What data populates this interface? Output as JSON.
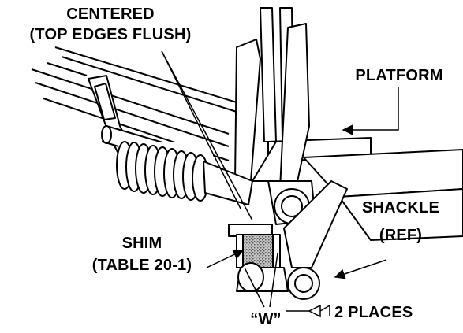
{
  "labels": {
    "centered_line1": "CENTERED",
    "centered_line2": "(TOP EDGES FLUSH)",
    "platform": "PLATFORM",
    "shackle_line1": "SHACKLE",
    "shackle_line2": "(REF)",
    "shim_line1": "SHIM",
    "shim_line2": "(TABLE 20-1)",
    "weld_size": "“W”",
    "weld_places": "2 PLACES"
  },
  "colors": {
    "ink": "#000000",
    "paper": "#ffffff",
    "shim_fill": "#9a9a9a"
  }
}
